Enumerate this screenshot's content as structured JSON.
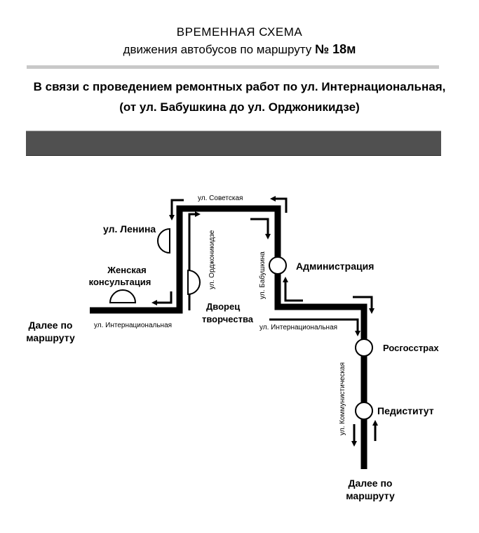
{
  "header": {
    "title_line1": "ВРЕМЕННАЯ   СХЕМА",
    "title_line2_prefix": "движения автобусов по маршруту ",
    "route_number": "№ 18м"
  },
  "notice": {
    "line1": "В связи с проведением ремонтных работ по ул. Интернациональная,",
    "line2": "(от ул. Бабушкина до ул. Орджоникидзе)"
  },
  "streets": {
    "sovetskaya": "ул. Советская",
    "ordzhonikidze": "ул. Орджоникидзе",
    "babushkina": "ул. Бабушкина",
    "internatsionalnaya_left": "ул. Интернациональная",
    "internatsionalnaya_right": "ул. Интернациональная",
    "kommunisticheskaya": "ул. Коммунистическая"
  },
  "stops": {
    "lenina": "ул. Ленина",
    "zhenskaya_line1": "Женская",
    "zhenskaya_line2": "консультация",
    "dvorets_line1": "Дворец",
    "dvorets_line2": "творчества",
    "administratsiya": "Администрация",
    "rosgosstrakh": "Росгосстрах",
    "pedinstitut": "Педиститут"
  },
  "continue_left": {
    "line1": "Далее по",
    "line2": "маршруту"
  },
  "continue_bottom": {
    "line1": "Далее по",
    "line2": "маршруту"
  },
  "colors": {
    "route": "#000000",
    "band": "#505050",
    "rule": "#c8c8c8",
    "background": "#ffffff"
  }
}
